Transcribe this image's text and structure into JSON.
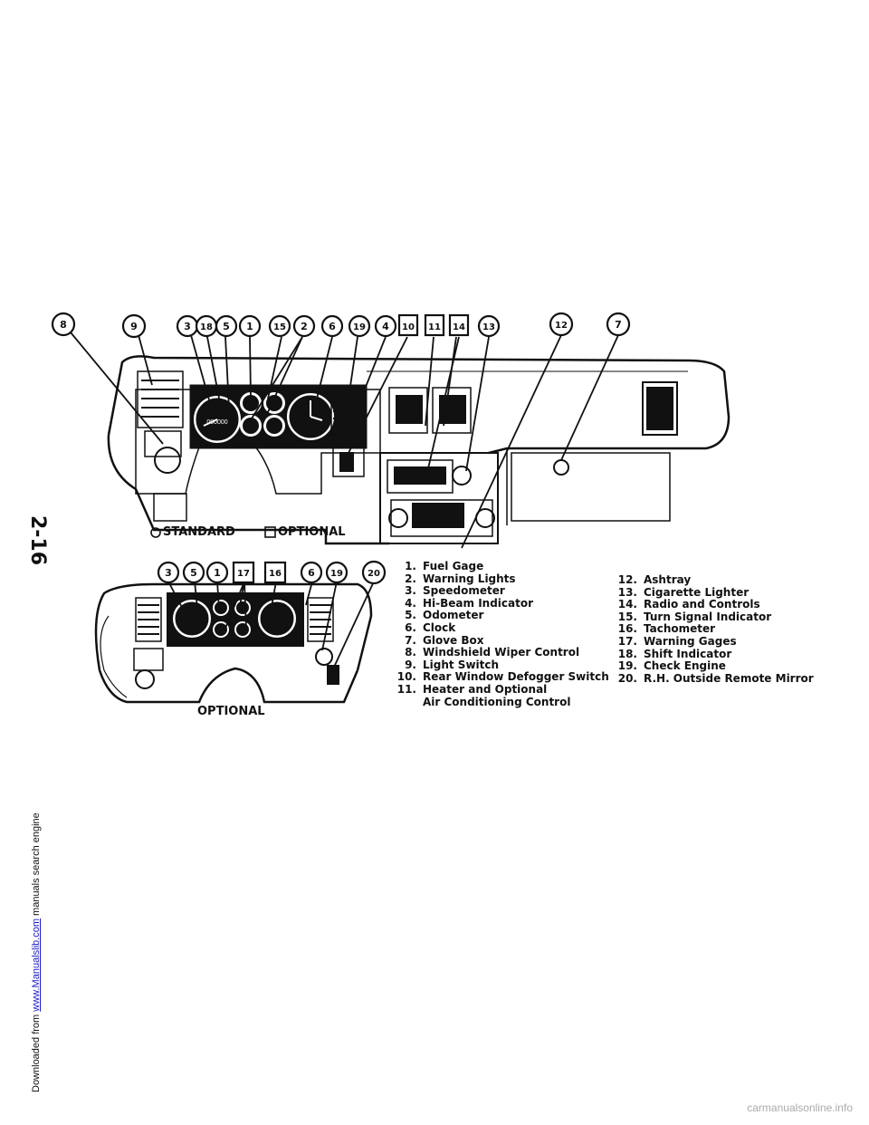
{
  "side_text": {
    "prefix": "Downloaded from ",
    "link": "www.Manualslib.com",
    "suffix": " manuals search engine"
  },
  "page_number": "2-16",
  "footer": "carmanualsonline.info",
  "figure": {
    "top_callouts": [
      "8",
      "9",
      "3",
      "18",
      "5",
      "1",
      "15",
      "2",
      "6",
      "19",
      "4",
      "10",
      "11",
      "14",
      "13",
      "12",
      "7"
    ],
    "bottom_callouts": [
      "3",
      "5",
      "1",
      "17",
      "16",
      "6",
      "19",
      "20"
    ],
    "caption_standard": "STANDARD",
    "caption_optional": "OPTIONAL",
    "caption_optional_lower": "OPTIONAL"
  },
  "legend": {
    "left": [
      {
        "num": "1.",
        "text": "Fuel Gage"
      },
      {
        "num": "2.",
        "text": "Warning Lights"
      },
      {
        "num": "3.",
        "text": "Speedometer"
      },
      {
        "num": "4.",
        "text": "Hi-Beam Indicator"
      },
      {
        "num": "5.",
        "text": "Odometer"
      },
      {
        "num": "6.",
        "text": "Clock"
      },
      {
        "num": "7.",
        "text": "Glove Box"
      },
      {
        "num": "8.",
        "text": "Windshield Wiper Control"
      },
      {
        "num": "9.",
        "text": "Light Switch"
      },
      {
        "num": "10.",
        "text": "Rear Window Defogger Switch"
      },
      {
        "num": "11.",
        "text": "Heater and Optional"
      }
    ],
    "left_continuation": "Air Conditioning Control",
    "right": [
      {
        "num": "12.",
        "text": "Ashtray"
      },
      {
        "num": "13.",
        "text": "Cigarette Lighter"
      },
      {
        "num": "14.",
        "text": "Radio and Controls"
      },
      {
        "num": "15.",
        "text": "Turn Signal Indicator"
      },
      {
        "num": "16.",
        "text": "Tachometer"
      },
      {
        "num": "17.",
        "text": "Warning Gages"
      },
      {
        "num": "18.",
        "text": "Shift Indicator"
      },
      {
        "num": "19.",
        "text": "Check Engine"
      },
      {
        "num": "20.",
        "text": "R.H. Outside Remote Mirror"
      }
    ]
  }
}
